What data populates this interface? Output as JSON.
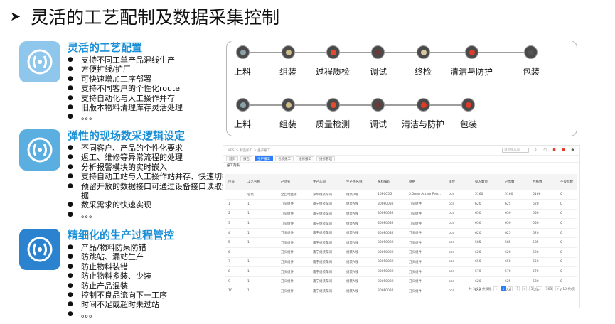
{
  "title": "灵活的工艺配制及数据采集控制",
  "title_marker": "➤",
  "colors": {
    "accent_blue": "#1a8fd6",
    "icon_bg_1": "#8fc6ec",
    "icon_bg_2": "#5aaee0",
    "icon_bg_3": "#2b83cf"
  },
  "features": [
    {
      "title": "灵活的工艺配置",
      "items": [
        "支持不同工单产品混线生产",
        "方便扩线/扩厂",
        "可快速增加工序部署",
        "支持不同客户的个性化route",
        "支持自动化与人工操作并存",
        "旧版本物料清理库存灵活处理",
        "。。。"
      ]
    },
    {
      "title": "弹性的现场数采逻辑设定",
      "items": [
        "不同客户、产品的个性化要求",
        "返工、维修等异常流程的处理",
        "分析报警模块的实时嵌入",
        "支持自动工站与人工操作站并存、快速切换",
        "预留开放的数据接口可通过设备接口读取数据",
        "数采需求的快速实现",
        "。。。"
      ]
    },
    {
      "title": "精细化的生产过程管控",
      "items": [
        "产品/物料防呆防错",
        "防跳站、漏站生产",
        "防止物料装错",
        "防止物料多装、少装",
        "防止产品混装",
        "控制不良品流向下一工序",
        "时间不足或超时未过站",
        "。。。"
      ]
    }
  ],
  "flow1": {
    "steps": [
      "上料",
      "组装",
      "过程质检",
      "调试",
      "终检",
      "清洁与防护",
      "包装"
    ],
    "dot_colors": [
      "#8aa0a8",
      "#cdbb86",
      "#e44a2e",
      "#6b3a3a",
      "#d8c7a0",
      "#e23a28",
      "#555555"
    ]
  },
  "flow2": {
    "steps": [
      "上料",
      "组装",
      "质量检测",
      "调试",
      "清洁与防护",
      "包装"
    ],
    "dot_colors": [
      "#8aa0a8",
      "#cdbb86",
      "#e44a2e",
      "#6b3a3a",
      "#e23a28",
      "#e23a28"
    ]
  },
  "screen": {
    "breadcrumb": "MES ＞ 制造加工 ＞ 生产报工",
    "search_placeholder": "请选择车间",
    "tabs": [
      "首页",
      "报告",
      "生产报工",
      "包装报工",
      "维修报工",
      "维修管理"
    ],
    "active_tab": 2,
    "list_title": "报工列表",
    "headers": [
      "序号",
      "工艺名称",
      "产品名",
      "生产车间",
      "生产线名称",
      "报料编码",
      "规格",
      "单位",
      "投入数量",
      "产出数",
      "合格数",
      "不良品数"
    ],
    "rows": [
      [
        "",
        "包装",
        "全自动直接",
        "深圳组装车间",
        "组装B线",
        "10P005G",
        "5.5mm Active Pen...",
        "pcs",
        "5160",
        "5160",
        "5160",
        "0"
      ],
      [
        "1",
        "1",
        "刀头组件",
        "南宁组装车间",
        "组装A线",
        "300F0032",
        "刀头组件",
        "pcs",
        "620",
        "625",
        "620",
        "0"
      ],
      [
        "2",
        "1",
        "刀头组件",
        "南宁组装车间",
        "组装A线",
        "300F0032",
        "刀头组件",
        "pcs",
        "650",
        "650",
        "650",
        "0"
      ],
      [
        "3",
        "1",
        "刀头组件",
        "南宁组装车间",
        "组装A线",
        "300F0032",
        "刀头组件",
        "pcs",
        "650",
        "650",
        "650",
        "0"
      ],
      [
        "4",
        "1",
        "刀头组件",
        "南宁组装车间",
        "组装A线",
        "300F0032",
        "刀头组件",
        "pcs",
        "620",
        "625",
        "620",
        "0"
      ],
      [
        "5",
        "1",
        "刀头组件",
        "南宁组装车间",
        "组装A线",
        "300F0032",
        "刀头组件",
        "pcs",
        "585",
        "585",
        "585",
        "0"
      ],
      [
        "6",
        "",
        "刀头组件",
        "南宁组装车间",
        "组装A线",
        "300F0032",
        "刀头组件",
        "pcs",
        "620",
        "620",
        "620",
        "0"
      ],
      [
        "7",
        "1",
        "刀头组件",
        "南宁组装车间",
        "组装A线",
        "300F0032",
        "刀头组件",
        "pcs",
        "650",
        "650",
        "650",
        "0"
      ],
      [
        "8",
        "1",
        "刀头组件",
        "南宁组装车间",
        "组装A线",
        "300F0032",
        "刀头组件",
        "pcs",
        "570",
        "570",
        "570",
        "0"
      ],
      [
        "9",
        "1",
        "刀头组件",
        "南宁组装车间",
        "组装A线",
        "300F0032",
        "刀头组件",
        "pcs",
        "620",
        "625",
        "620",
        "0"
      ],
      [
        "10",
        "1",
        "刀头组件",
        "南宁组装车间",
        "组装A线",
        "300F0032",
        "刀头组件",
        "pcs",
        "650",
        "650",
        "650",
        "0"
      ]
    ],
    "pager": {
      "total": "共 3621 条数据",
      "pages": [
        "1",
        "2",
        "3",
        "4",
        "5",
        "...",
        "363"
      ],
      "active": "1",
      "per_page": "10 条/页"
    }
  }
}
